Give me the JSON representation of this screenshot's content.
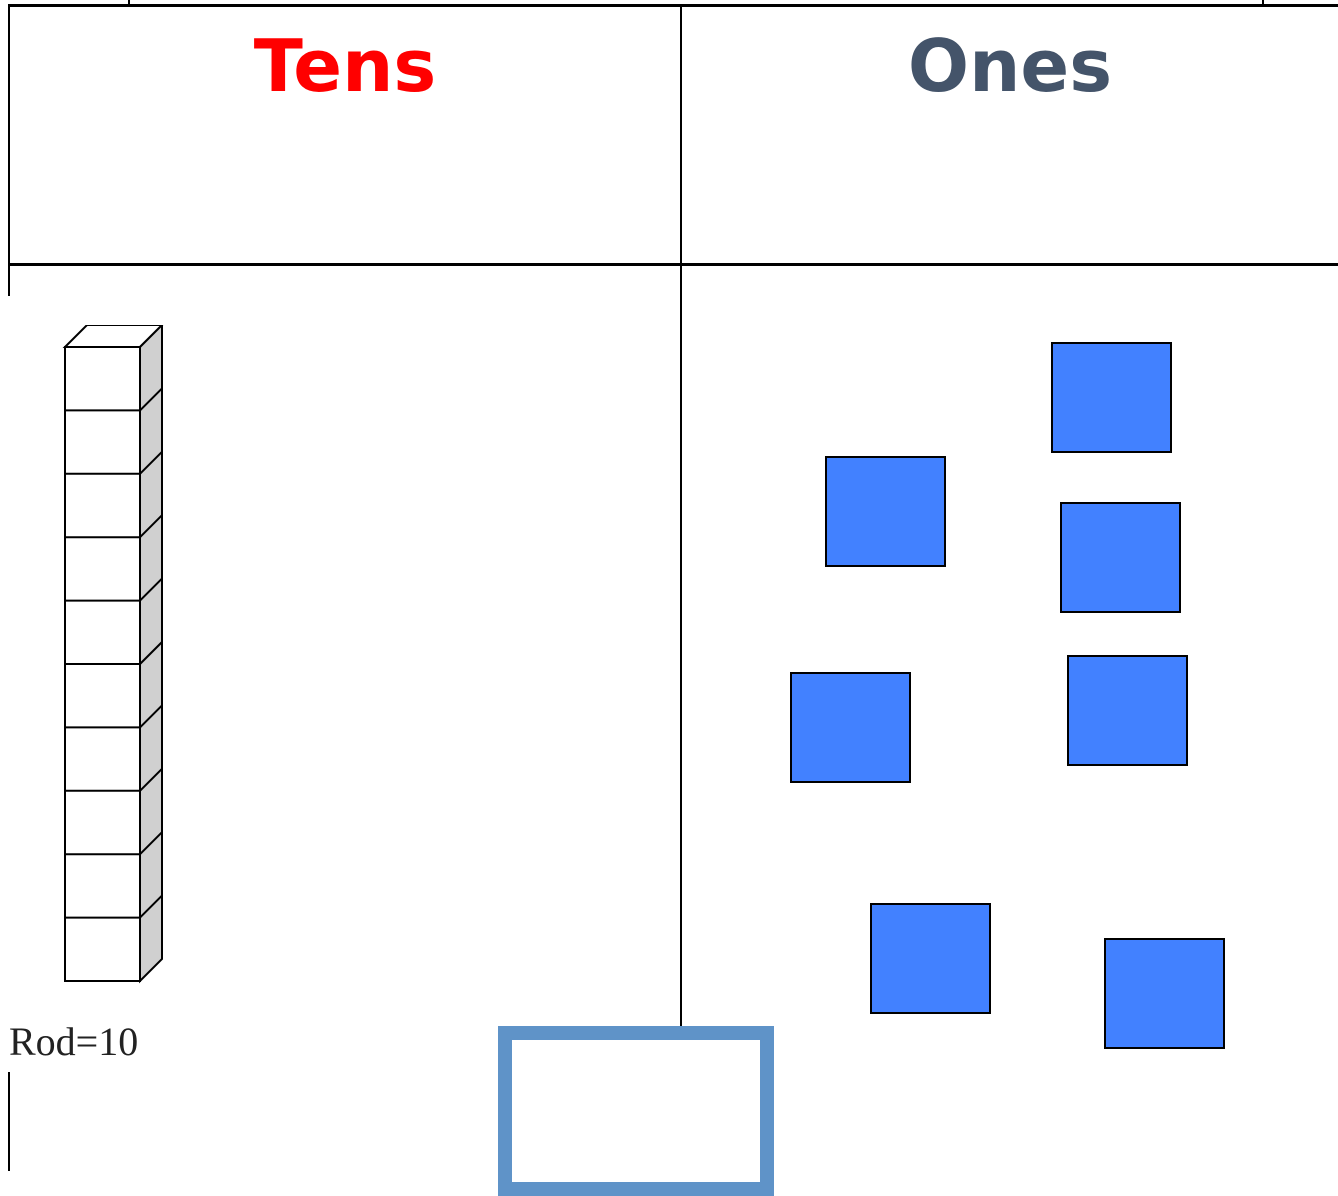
{
  "table": {
    "tens_heading": "Tens",
    "ones_heading": "Ones"
  },
  "tens_column": {
    "rod_label": "Rod=10",
    "rod_units": 10
  },
  "ones_column": {
    "cube_count": 7,
    "cube_color": "#4281ff"
  },
  "answer_box": {
    "value": "",
    "border_color": "#5f93c8"
  },
  "colors": {
    "tens_heading": "#ff0000",
    "ones_heading": "#44546a"
  }
}
